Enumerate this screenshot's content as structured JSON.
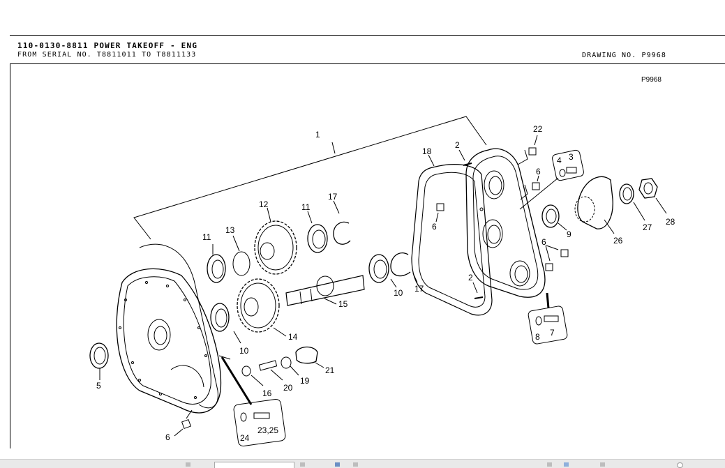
{
  "header": {
    "title": "110-0130-8811 POWER TAKEOFF - ENG",
    "serial": "FROM SERIAL NO. T8811011 TO T8811133",
    "drawing_no": "DRAWING NO. P9968"
  },
  "diagram": {
    "code": "P9968",
    "callouts": {
      "c1": "1",
      "c2a": "2",
      "c2b": "2",
      "c3": "3",
      "c4": "4",
      "c5": "5",
      "c6a": "6",
      "c6b": "6",
      "c6c": "6",
      "c6d": "6",
      "c7": "7",
      "c8": "8",
      "c9": "9",
      "c10a": "10",
      "c10b": "10",
      "c11a": "11",
      "c11b": "11",
      "c12": "12",
      "c13": "13",
      "c14": "14",
      "c15": "15",
      "c16": "16",
      "c17a": "17",
      "c17b": "17",
      "c18": "18",
      "c19": "19",
      "c20": "20",
      "c21": "21",
      "c22": "22",
      "c24": "24",
      "c2325": "23,25",
      "c26": "26",
      "c27": "27",
      "c28": "28"
    }
  }
}
